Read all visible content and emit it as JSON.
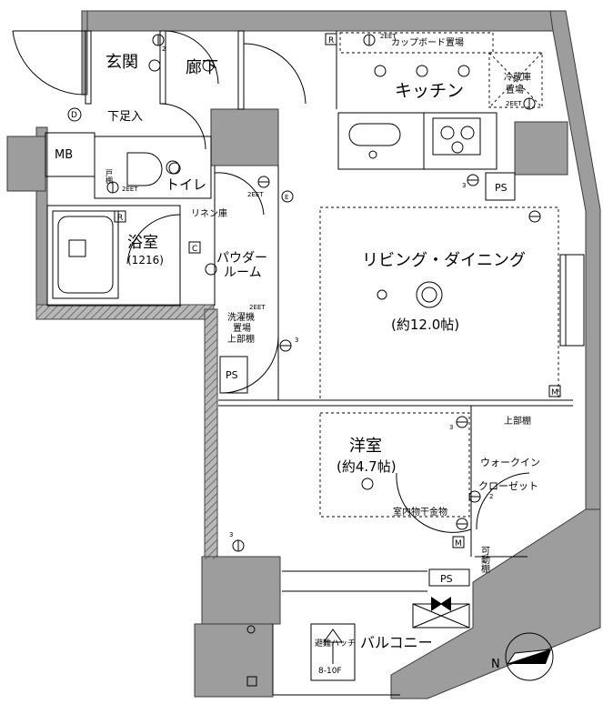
{
  "rooms": {
    "entrance": "玄関",
    "hallway": "廊下",
    "shoe_storage": "下足入",
    "mb": "MB",
    "kitchen": "キッチン",
    "toilet": "トイレ",
    "toilet_shelf": "戸棚",
    "bathroom": "浴室",
    "bathroom_size": "(1216)",
    "linen": "リネン庫",
    "powder_room_1": "パウダー",
    "powder_room_2": "ルーム",
    "washer_1": "洗濯機",
    "washer_2": "置場",
    "washer_3": "上部棚",
    "living": "リビング・ダイニング",
    "living_size": "(約12.0帖)",
    "western": "洋室",
    "western_size": "(約4.7帖)",
    "walkin_1": "ウォークイン",
    "walkin_2": "クローゼット",
    "upper_shelf": "上部棚",
    "movable_shelf": "可動棚",
    "drying_rack": "室内物干金物",
    "balcony": "バルコニー",
    "cupboard": "カップボード置場",
    "fridge_1": "冷蔵庫",
    "fridge_2": "置場",
    "ps": "PS",
    "evac_hatch_1": "避難ハッチ",
    "evac_hatch_2": "8-10F"
  },
  "markers": {
    "r": "R",
    "c": "C",
    "d": "D",
    "m": "M",
    "e": "E",
    "outlet_2eet": "2EET",
    "count_2": "2",
    "count_3": "3"
  },
  "compass": {
    "label": "N"
  }
}
